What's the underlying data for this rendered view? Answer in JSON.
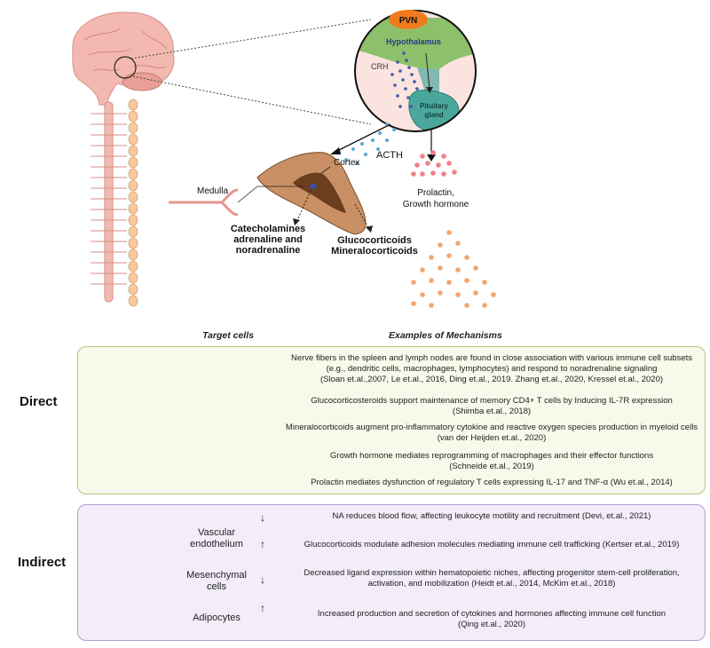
{
  "top": {
    "pvn": "PVN",
    "hypothalamus": "Hypothalamus",
    "crh": "CRH",
    "pituitary": "Pituitary gland",
    "acth": "ACTH",
    "cortex": "Cortex",
    "medulla": "Medulla",
    "prolactin_line1": "Prolactin,",
    "prolactin_line2": "Growth hormone",
    "catechol_line1": "Catecholamines",
    "catechol_line2": "adrenaline and",
    "catechol_line3": "noradrenaline",
    "gluco_line1": "Glucocorticoids",
    "gluco_line2": "Mineralocorticoids"
  },
  "headers": {
    "target_cells": "Target cells",
    "mechanisms": "Examples of Mechanisms"
  },
  "direct": {
    "label": "Direct",
    "rows": [
      {
        "text": "Nerve fibers in the spleen and lymph nodes are found in close association with various immune cell subsets (e.g., dendritic cells, macrophages, lymphocytes) and respond to noradrenaline signaling",
        "cite": "(Sloan et.al.,2007, Le et.al., 2016, Ding et.al., 2019. Zhang et.al., 2020, Kressel et.al., 2020)"
      },
      {
        "text": "Glucocorticosteroids support maintenance of memory CD4+ T cells by Inducing IL-7R expression",
        "cite": "(Shimba et.al., 2018)"
      },
      {
        "text": "Mineralocorticoids augment pro-inflammatory cytokine and reactive oxygen species production in myeloid cells",
        "cite": "(van der Heijden et.al., 2020)"
      },
      {
        "text": "Growth hormone mediates reprogramming of macrophages and their effector functions",
        "cite": "(Schneide et.al., 2019)"
      },
      {
        "text": "Prolactin mediates dysfunction of regulatory T cells  expressing IL-17 and TNF-α",
        "cite": "(Wu et.al., 2014)"
      }
    ]
  },
  "indirect": {
    "label": "Indirect",
    "tissues": {
      "vascular_line1": "Vascular",
      "vascular_line2": "endothelium",
      "mesench_line1": "Mesenchymal",
      "mesench_line2": "cells",
      "adipocytes": "Adipocytes"
    },
    "rows": [
      {
        "text": "NA reduces blood flow, affecting leukocyte motility and recruitment",
        "cite": "(Devi, et.al., 2021)"
      },
      {
        "text": "Glucocorticoids modulate adhesion molecules mediating immune cell trafficking",
        "cite": "(Kertser et.al., 2019)"
      },
      {
        "text": "Decreased ligand expression within hematopoietic niches, affecting progenitor stem-cell proliferation, activation, and mobilization",
        "cite": "(Heidt et.al., 2014, McKim et.al., 2018)"
      },
      {
        "text": "Increased production and secretion of cytokines and hormones affecting immune cell function",
        "cite": "(Qing et.al., 2020)"
      }
    ]
  },
  "colors": {
    "pvn": "#f07b1f",
    "hypothalamus": "#8dc06a",
    "pituitary": "#4aa79c",
    "brain": "#f3b9b0",
    "acth_dots": "#5aa9d6",
    "prolactin_dots": "#f07f8a",
    "gh_dots": "#f2a66e",
    "direct_bg": "#f8f9ea",
    "indirect_bg": "#f2edf9"
  }
}
